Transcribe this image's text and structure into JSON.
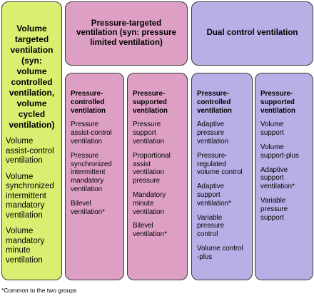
{
  "volume": {
    "title": "Volume targeted ventilation (syn: volume controlled ventilation, volume cycled ventilation)",
    "items": [
      "Volume assist-control ventilation",
      "Volume synchronized intermittent mandatory ventilation",
      "Volume mandatory minute ventilation"
    ],
    "color": "#d9ef72"
  },
  "pressure_targeted": {
    "title": "Pressure-targeted ventilation (syn: pressure limited ventilation)",
    "color": "#dda0c4",
    "controlled": {
      "title": "Pressure-controlled ventilation",
      "items": [
        "Pressure assist-control ventilation",
        "Pressure synchronized intermittent mandatory ventilation",
        "Bilevel ventilation*"
      ]
    },
    "supported": {
      "title": "Pressure-supported ventilation",
      "items": [
        "Pressure support ventilation",
        "Proportional assist ventilation pressure",
        "Mandatory minute ventilation",
        "Bilevel ventilation*"
      ]
    }
  },
  "dual_control": {
    "title": "Dual control ventilation",
    "color": "#b6b0e6",
    "controlled": {
      "title": "Pressure-controlled ventilation",
      "items": [
        "Adaptive pressure ventilation",
        "Pressure-regulated volume control",
        "Adaptive support ventilation*",
        "Variable pressure control",
        "Volume control -plus"
      ]
    },
    "supported": {
      "title": "Pressure-supported ventilation",
      "items": [
        "Volume support",
        "Volume support-plus",
        "Adaptive support ventilation*",
        "Variable pressure support"
      ]
    }
  },
  "footnote": "*Common  to the two groups"
}
